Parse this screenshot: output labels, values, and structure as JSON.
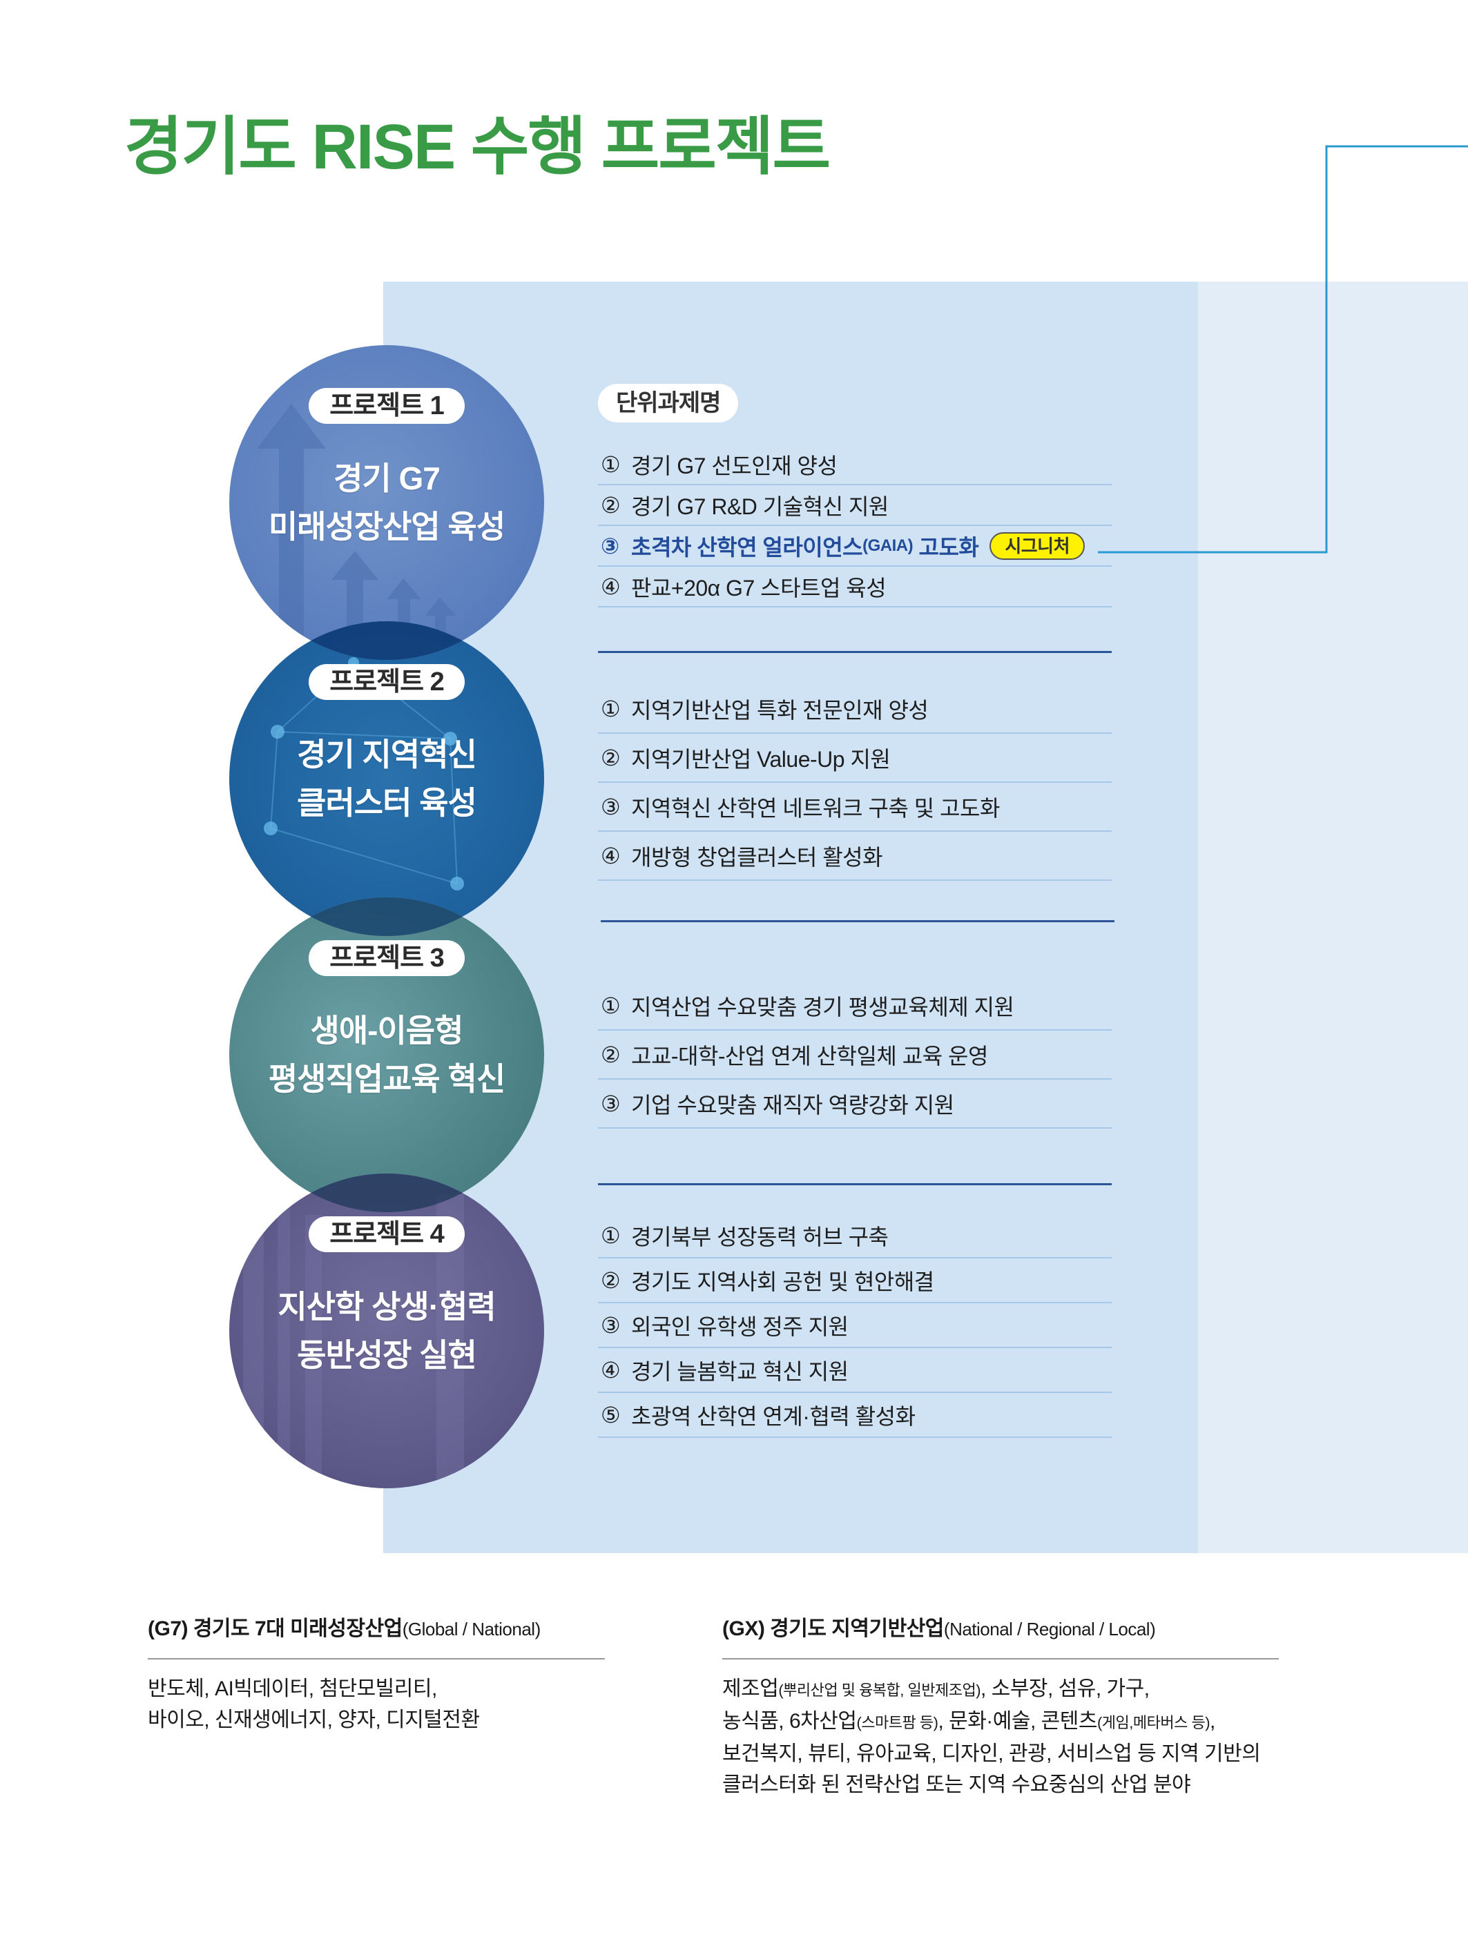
{
  "page": {
    "title": "경기도 RISE 수행 프로젝트"
  },
  "colors": {
    "title_green": "#3a9b46",
    "panel_main": "#d0e3f4",
    "panel_side": "#e3edf8",
    "connector": "#2a9ad0",
    "highlight_text": "#234b9c",
    "signature_badge": "#fff200",
    "separator": "#2b5597"
  },
  "unit_header": "단위과제명",
  "projects": [
    {
      "badge": "프로젝트 1",
      "name_line1": "경기 G7",
      "name_line2": "미래성장산업 육성",
      "color": "#5d80bf",
      "tasks": [
        {
          "num": "①",
          "text": "경기 G7 선도인재 양성"
        },
        {
          "num": "②",
          "text": "경기 G7 R&D 기술혁신 지원"
        },
        {
          "num": "③",
          "text": "초격차 산학연 얼라이언스",
          "text_small": "(GAIA)",
          "text_after": " 고도화",
          "highlight": true,
          "signature": "시그니처"
        },
        {
          "num": "④",
          "text": "판교+20α G7 스타트업 육성"
        }
      ]
    },
    {
      "badge": "프로젝트 2",
      "name_line1": "경기 지역혁신",
      "name_line2": "클러스터 육성",
      "color": "#1f64a0",
      "tasks": [
        {
          "num": "①",
          "text": "지역기반산업 특화 전문인재 양성"
        },
        {
          "num": "②",
          "text": "지역기반산업 Value-Up 지원"
        },
        {
          "num": "③",
          "text": "지역혁신 산학연 네트워크 구축 및 고도화"
        },
        {
          "num": "④",
          "text": "개방형 창업클러스터 활성화"
        }
      ]
    },
    {
      "badge": "프로젝트 3",
      "name_line1": "생애-이음형",
      "name_line2": "평생직업교육 혁신",
      "color": "#4f8589",
      "tasks": [
        {
          "num": "①",
          "text": "지역산업 수요맞춤 경기 평생교육체제 지원"
        },
        {
          "num": "②",
          "text": "고교-대학-산업 연계 산학일체 교육 운영"
        },
        {
          "num": "③",
          "text": "기업 수요맞춤 재직자 역량강화 지원"
        }
      ]
    },
    {
      "badge": "프로젝트 4",
      "name_line1": "지산학 상생·협력",
      "name_line2": "동반성장 실현",
      "color": "#5e5a8a",
      "tasks": [
        {
          "num": "①",
          "text": "경기북부 성장동력 허브 구축"
        },
        {
          "num": "②",
          "text": "경기도 지역사회 공헌 및 현안해결"
        },
        {
          "num": "③",
          "text": "외국인 유학생 정주 지원"
        },
        {
          "num": "④",
          "text": "경기 늘봄학교 혁신 지원"
        },
        {
          "num": "⑤",
          "text": "초광역 산학연 연계·협력 활성화"
        }
      ]
    }
  ],
  "footer": {
    "g7": {
      "title": "(G7) 경기도 7대 미래성장산업",
      "title_sub": "(Global / National)",
      "line1": "반도체, AI빅데이터, 첨단모빌리티,",
      "line2": "바이오, 신재생에너지, 양자, 디지털전환"
    },
    "gx": {
      "title": "(GX) 경기도 지역기반산업",
      "title_sub": "(National / Regional / Local)",
      "l1a": "제조업",
      "l1s": "(뿌리산업 및 융복합, 일반제조업)",
      "l1b": ", 소부장, 섬유, 가구,",
      "l2a": "농식품, 6차산업",
      "l2s1": "(스마트팜 등)",
      "l2b": ", 문화·예술, 콘텐츠",
      "l2s2": "(게임,메타버스 등)",
      "l2c": ",",
      "line3": "보건복지, 뷰티, 유아교육, 디자인, 관광, 서비스업 등 지역 기반의",
      "line4": "클러스터화 된 전략산업 또는 지역 수요중심의 산업 분야"
    }
  }
}
